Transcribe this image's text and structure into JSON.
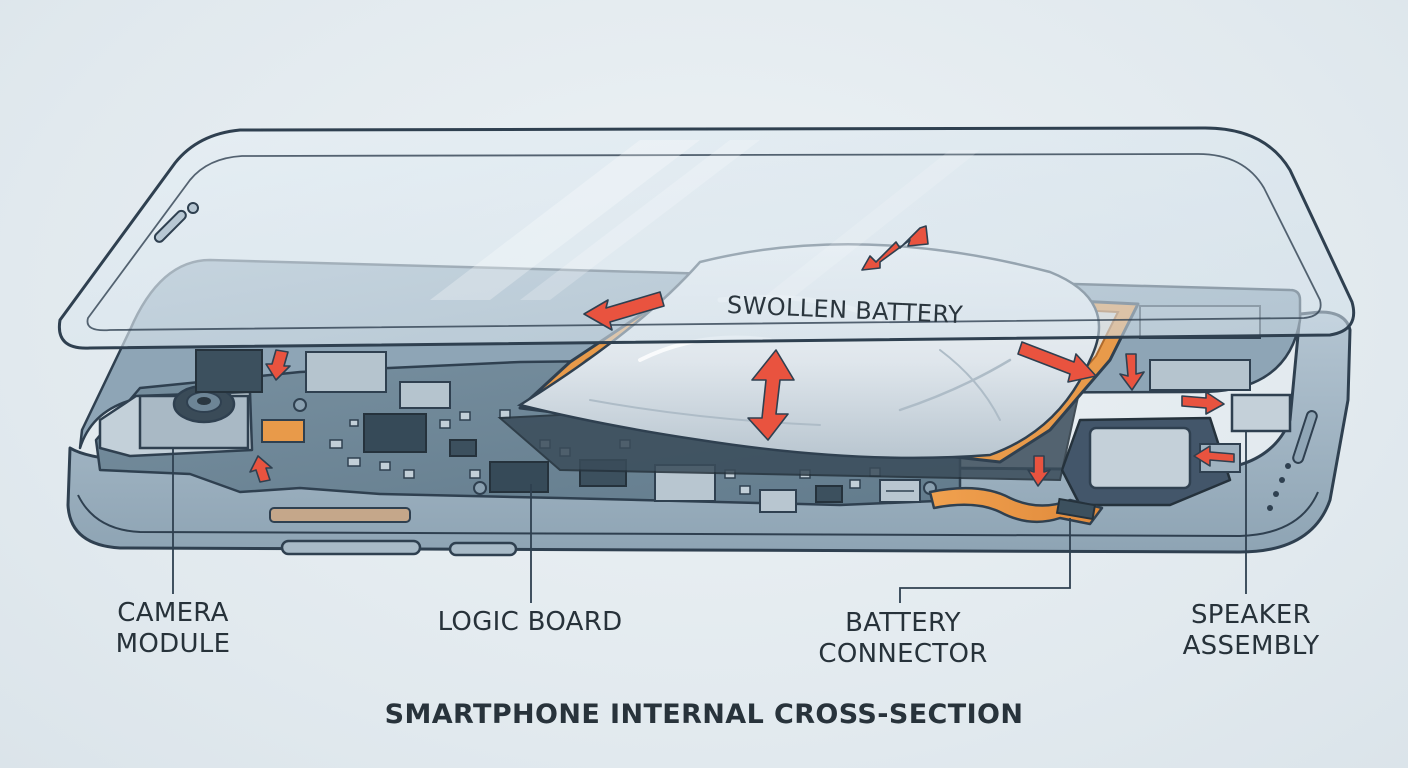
{
  "diagram": {
    "title": "SMARTPHONE INTERNAL CROSS-SECTION",
    "battery_label": "SWOLLEN BATTERY",
    "callouts": {
      "camera": [
        "CAMERA",
        "MODULE"
      ],
      "logic": [
        "LOGIC BOARD"
      ],
      "connector": [
        "BATTERY",
        "CONNECTOR"
      ],
      "speaker": [
        "SPEAKER",
        "ASSEMBLY"
      ]
    }
  },
  "colors": {
    "background": "#e2eaef",
    "outline": "#2f4050",
    "frame": "#93a9b9",
    "board": "#6a8394",
    "battery_frame": "#e89a4a",
    "pressure_arrow": "#e9533f",
    "glass": "#d6e3ec"
  },
  "icons": [
    "pressure-arrow-icon",
    "camera-lens-icon",
    "chip-icon"
  ]
}
